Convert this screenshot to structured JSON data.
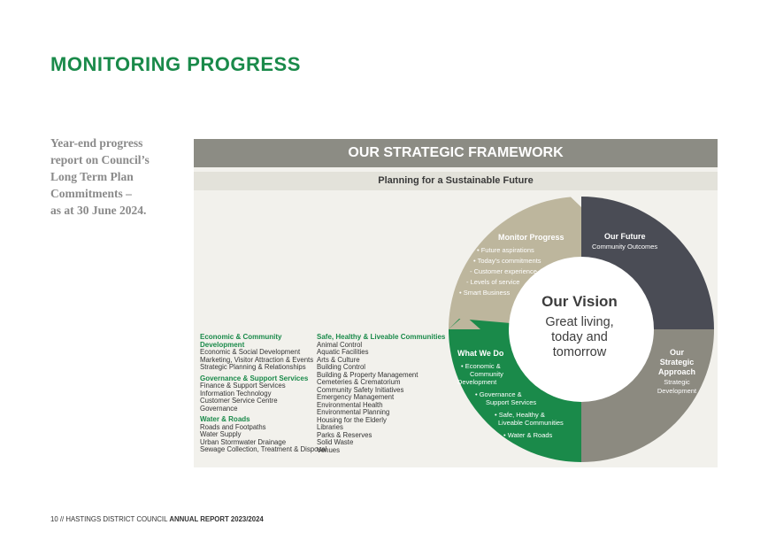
{
  "page_title": "MONITORING PROGRESS",
  "intro_lines": [
    "Year-end progress",
    "report on Council’s",
    "Long Term Plan",
    "Commitments –",
    "as at 30 June 2024."
  ],
  "framework": {
    "title": "OUR STRATEGIC FRAMEWORK",
    "subtitle": "Planning for a Sustainable Future",
    "columns": [
      {
        "groups": [
          {
            "heading_lines": [
              "Economic & Community",
              "Development"
            ],
            "items": [
              "Economic & Social Development",
              "Marketing, Visitor Attraction & Events",
              "Strategic Planning & Relationships"
            ]
          },
          {
            "heading_lines": [
              "Governance & Support Services"
            ],
            "items": [
              "Finance & Support Services",
              "Information Technology",
              "Customer Service Centre",
              "Governance"
            ]
          },
          {
            "heading_lines": [
              "Water & Roads"
            ],
            "items": [
              "Roads and Footpaths",
              "Water Supply",
              "Urban Stormwater Drainage",
              "Sewage Collection, Treatment & Disposal"
            ]
          }
        ]
      },
      {
        "groups": [
          {
            "heading_lines": [
              "Safe, Healthy & Liveable Communities"
            ],
            "items": [
              "Animal Control",
              "Aquatic Facilities",
              "Arts & Culture",
              "Building Control",
              "Building & Property Management",
              "Cemeteries & Crematorium",
              "Community Safety Initiatives",
              "Emergency Management",
              "Environmental Health",
              "Environmental Planning",
              "Housing for the Elderly",
              "Libraries",
              "Parks & Reserves",
              "Solid Waste",
              "Venues"
            ]
          }
        ]
      }
    ],
    "wheel": {
      "monitor": {
        "title": "Monitor Progress",
        "lines": [
          "• Future aspirations",
          "• Today’s commitments",
          "- Customer experience",
          "- Levels of service",
          "• Smart Business"
        ]
      },
      "future": {
        "title": "Our Future",
        "lines": [
          "Community Outcomes"
        ]
      },
      "approach": {
        "title_lines": [
          "Our",
          "Strategic",
          "Approach"
        ],
        "lines": [
          "Strategic",
          "Development"
        ]
      },
      "whatwedo": {
        "title": "What We Do",
        "lines": [
          "• Economic &",
          "Community",
          "Development",
          "• Governance &",
          "Support Services",
          "• Safe, Healthy &",
          "Liveable Communities",
          "• Water & Roads"
        ]
      },
      "vision": {
        "title": "Our Vision",
        "lines": [
          "Great living,",
          "today and",
          "tomorrow"
        ]
      }
    },
    "colors": {
      "green": "#1a8a4a",
      "tan": "#bdb69d",
      "dark": "#4a4c55",
      "gray": "#8c8a80",
      "header": "#8c8c84"
    }
  },
  "footer": {
    "prefix": "10 // HASTINGS DISTRICT COUNCIL ",
    "bold": "ANNUAL REPORT 2023/2024"
  }
}
